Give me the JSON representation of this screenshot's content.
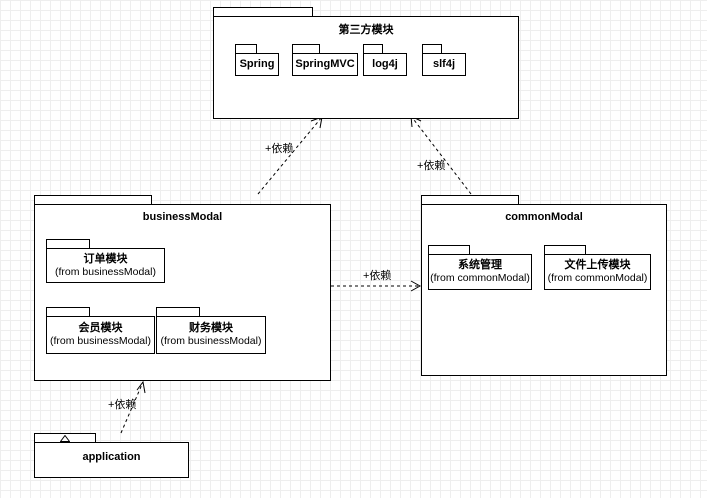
{
  "packages": {
    "third_party": {
      "title": "第三方模块",
      "children": [
        "Spring",
        "SpringMVC",
        "log4j",
        "slf4j"
      ]
    },
    "business": {
      "title": "businessModal",
      "children": [
        {
          "name": "订单模块",
          "from": "(from businessModal)"
        },
        {
          "name": "会员模块",
          "from": "(from businessModal)"
        },
        {
          "name": "财务模块",
          "from": "(from businessModal)"
        }
      ]
    },
    "common": {
      "title": "commonModal",
      "children": [
        {
          "name": "系统管理",
          "from": "(from commonModal)"
        },
        {
          "name": "文件上传模块",
          "from": "(from commonModal)"
        }
      ]
    },
    "application": {
      "title": "application"
    }
  },
  "dependencies": [
    {
      "from": "businessModal",
      "to": "第三方模块",
      "label": "+依赖"
    },
    {
      "from": "commonModal",
      "to": "第三方模块",
      "label": "+依赖"
    },
    {
      "from": "businessModal",
      "to": "commonModal",
      "label": "+依赖"
    },
    {
      "from": "application",
      "to": "businessModal",
      "label": "+依赖"
    }
  ]
}
